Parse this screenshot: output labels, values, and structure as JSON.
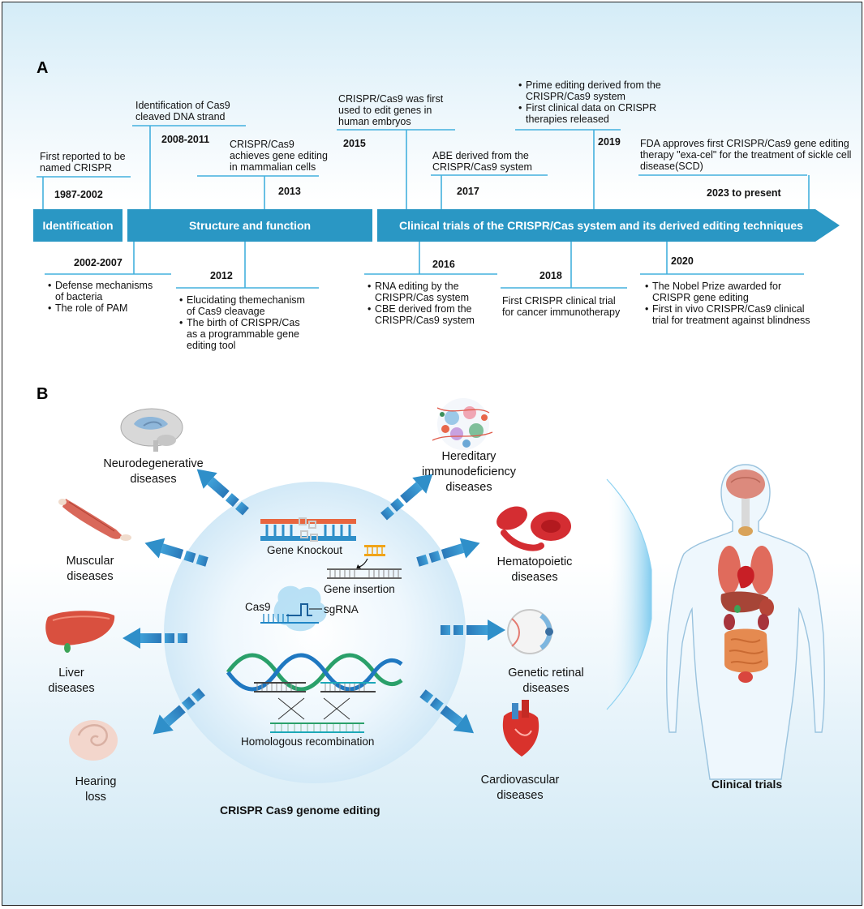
{
  "panel_a": {
    "label": "A",
    "bands": [
      {
        "label": "Identification"
      },
      {
        "label": "Structure and function"
      },
      {
        "label": "Clinical trials of the CRISPR/Cas system and its derived editing techniques"
      }
    ],
    "events_top": [
      {
        "year": "1987-2002",
        "text": "First reported to be\nnamed CRISPR"
      },
      {
        "year": "2008-2011",
        "text": "Identification of Cas9\ncleaved DNA strand"
      },
      {
        "year": "2013",
        "text": "CRISPR/Cas9\nachieves gene editing\nin mammalian cells"
      },
      {
        "year": "2015",
        "text": "CRISPR/Cas9 was first\nused to edit genes in\nhuman embryos"
      },
      {
        "year": "2017",
        "text": "ABE derived from the\nCRISPR/Cas9 system"
      },
      {
        "year": "2019",
        "items": [
          "Prime editing derived from the\nCRISPR/Cas9 system",
          "First clinical data on CRISPR\ntherapies released"
        ]
      },
      {
        "year": "2023 to present",
        "text": "FDA approves first CRISPR/Cas9 gene editing\ntherapy \"exa-cel\" for the treatment of sickle cell\ndisease(SCD)"
      }
    ],
    "events_bottom": [
      {
        "year": "2002-2007",
        "items": [
          "Defense mechanisms\nof bacteria",
          "The role of PAM"
        ]
      },
      {
        "year": "2012",
        "items": [
          "Elucidating themechanism\nof Cas9 cleavage",
          "The birth of CRISPR/Cas\nas a programmable gene\nediting tool"
        ]
      },
      {
        "year": "2016",
        "items": [
          "RNA editing by the\nCRISPR/Cas system",
          "CBE derived from the\nCRISPR/Cas9 system"
        ]
      },
      {
        "year": "2018",
        "text": "First CRISPR clinical trial\nfor cancer immunotherapy"
      },
      {
        "year": "2020",
        "items": [
          "The Nobel Prize awarded for\nCRISPR gene editing",
          "First in vivo CRISPR/Cas9 clinical\ntrial for treatment against blindness"
        ]
      }
    ]
  },
  "panel_b": {
    "label": "B",
    "center_caption": "CRISPR Cas9 genome editing",
    "mechanisms": {
      "knockout": "Gene Knockout",
      "insertion": "Gene insertion",
      "cas9": "Cas9",
      "sgrna": "sgRNA",
      "homologous": "Homologous recombination"
    },
    "diseases": [
      {
        "label": "Neurodegenerative\ndiseases",
        "icon": "brain-icon"
      },
      {
        "label": "Muscular\ndiseases",
        "icon": "muscle-icon"
      },
      {
        "label": "Liver\ndiseases",
        "icon": "liver-icon"
      },
      {
        "label": "Hearing\nloss",
        "icon": "ear-icon"
      },
      {
        "label": "Hereditary\nimmunodeficiency\ndiseases",
        "icon": "immune-cells-icon"
      },
      {
        "label": "Hematopoietic\ndiseases",
        "icon": "red-blood-cell-icon"
      },
      {
        "label": "Genetic retinal\ndiseases",
        "icon": "eye-icon"
      },
      {
        "label": "Cardiovascular\ndiseases",
        "icon": "heart-icon"
      }
    ],
    "clinical_caption": "Clinical trials"
  },
  "colors": {
    "timeline": "#2a97c4",
    "arrow": "#2f8fc9",
    "bracket": "#5bbce8"
  }
}
